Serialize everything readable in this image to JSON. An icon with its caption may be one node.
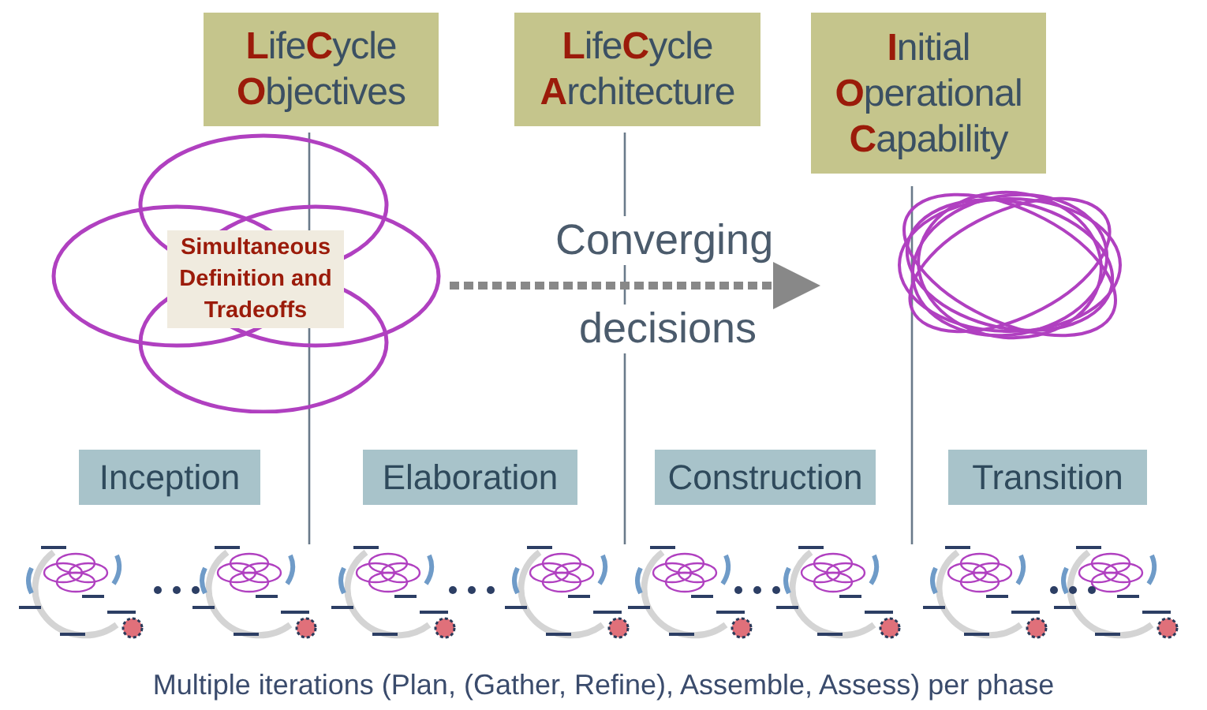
{
  "diagram": {
    "caption": "Multiple iterations (Plan, (Gather, Refine), Assemble, Assess) per phase",
    "nodes": [
      {
        "text": [
          "**L**ife**C**ycle **O**bjectives"
        ]
      },
      {
        "text": [
          "**L**ife**C**ycle **A**rchitecture"
        ]
      },
      {
        "text": [
          "**I**nitial **O**perational **C**apability"
        ]
      },
      {
        "text": [
          "Simultaneous Definition and Tradeoffs"
        ]
      },
      {
        "text": [],
        "shape": "picture"
      },
      {
        "text": [
          "Inception"
        ]
      },
      {
        "text": [
          "Elaboration"
        ]
      },
      {
        "text": [
          "Construction"
        ]
      },
      {
        "text": [
          "Transition"
        ]
      }
    ],
    "edges": [
      {
        "from": 3,
        "to": 4,
        "arrow": "to",
        "style": "dashed"
      }
    ],
    "labels": [
      "Converging",
      "decisions"
    ]
  }
}
